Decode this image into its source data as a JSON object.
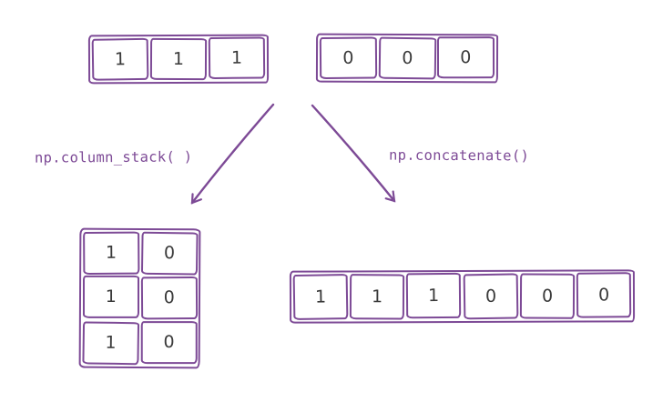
{
  "diagram": {
    "description": "Hand-drawn NumPy diagram comparing column_stack and concatenate",
    "background": "#ffffff",
    "ink_color": "#7d4a96",
    "digit_color": "#3a3a3a"
  },
  "arrays": {
    "ones": [
      "1",
      "1",
      "1"
    ],
    "zeros": [
      "0",
      "0",
      "0"
    ]
  },
  "labels": {
    "column_stack": "np.column_stack( )",
    "concatenate": "np.concatenate()"
  },
  "results": {
    "column_stack_grid": [
      [
        "1",
        "0"
      ],
      [
        "1",
        "0"
      ],
      [
        "1",
        "0"
      ]
    ],
    "concatenate_array": [
      "1",
      "1",
      "1",
      "0",
      "0",
      "0"
    ]
  }
}
